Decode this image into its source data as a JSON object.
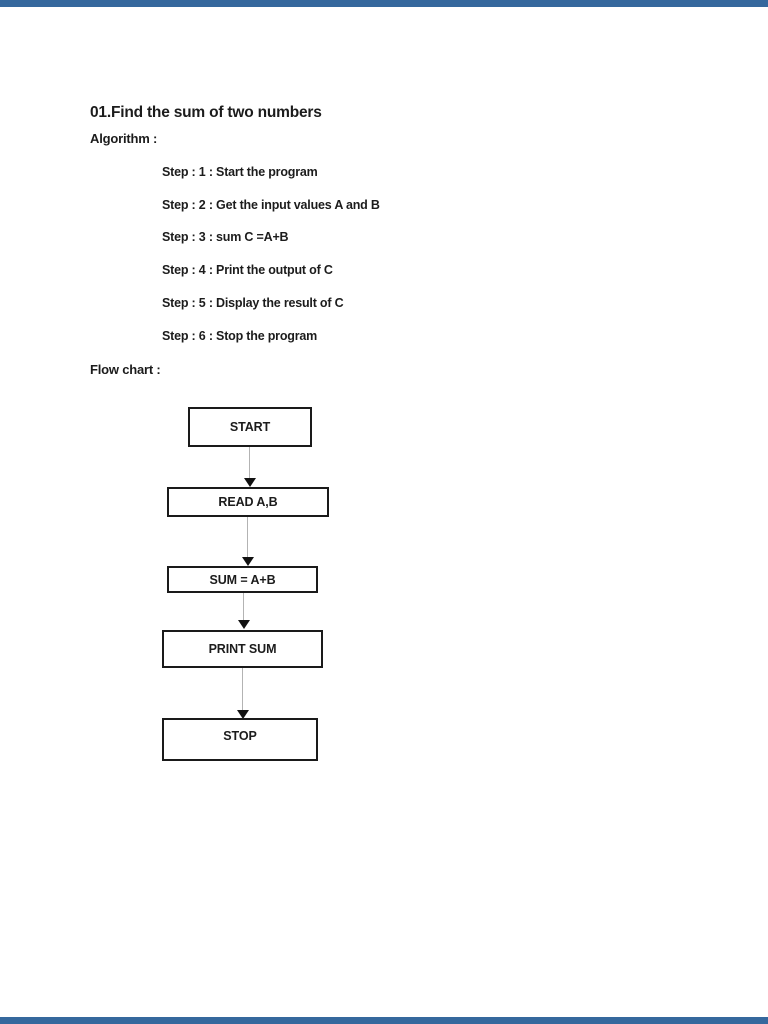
{
  "colors": {
    "viewer_bar": "#35689d",
    "page_background": "#ffffff",
    "text": "#1c1c1c",
    "node_border": "#1a1a1a",
    "connector_line": "#b3b3b3",
    "arrowhead": "#111111"
  },
  "document": {
    "title": "01.Find the sum of two numbers",
    "algorithm_label": "Algorithm :",
    "steps": [
      "Step : 1 : Start the program",
      "Step : 2 : Get the input values A and B",
      "Step : 3 : sum C =A+B",
      "Step : 4 : Print the output of C",
      "Step : 5 : Display the result of C",
      "Step : 6 : Stop the program"
    ],
    "flowchart_label": "Flow chart :",
    "flowchart": {
      "nodes": [
        {
          "id": "start",
          "label": "START"
        },
        {
          "id": "read",
          "label": "READ A,B"
        },
        {
          "id": "sum",
          "label": "SUM = A+B"
        },
        {
          "id": "print",
          "label": "PRINT SUM"
        },
        {
          "id": "stop",
          "label": "STOP"
        }
      ]
    }
  }
}
